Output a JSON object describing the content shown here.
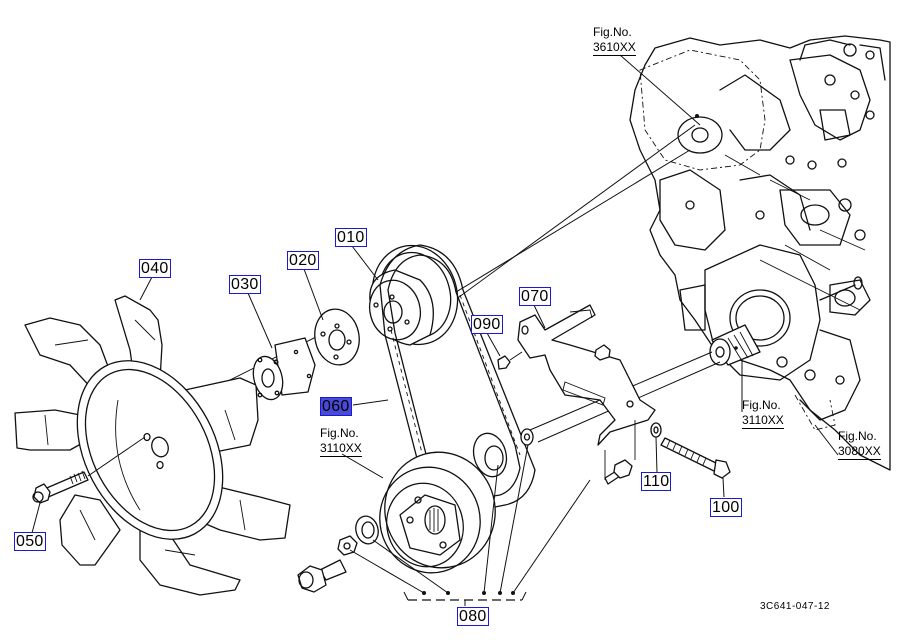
{
  "diagram": {
    "title": "Fan / belt / pulley exploded parts diagram",
    "drawing_number": "3C641-047-12",
    "highlight_color": "#4a4ad8",
    "callout_border_color": "#1a1ad6"
  },
  "callouts": [
    {
      "id": "010",
      "label": "010",
      "part": "fan-drive-pulley",
      "selected": false
    },
    {
      "id": "020",
      "label": "020",
      "part": "pulley-spacer-plate",
      "selected": false
    },
    {
      "id": "030",
      "label": "030",
      "part": "fan-spacer-hub",
      "selected": false
    },
    {
      "id": "040",
      "label": "040",
      "part": "cooling-fan",
      "selected": false
    },
    {
      "id": "050",
      "label": "050",
      "part": "fan-bolt",
      "selected": false
    },
    {
      "id": "060",
      "label": "060",
      "part": "fan-belt",
      "selected": true
    },
    {
      "id": "070",
      "label": "070",
      "part": "alternator-bracket",
      "selected": false
    },
    {
      "id": "080",
      "label": "080",
      "part": "crank-pulley-kit",
      "selected": false
    },
    {
      "id": "090",
      "label": "090",
      "part": "bracket-bolt",
      "selected": false
    },
    {
      "id": "100",
      "label": "100",
      "part": "long-bolt",
      "selected": false
    },
    {
      "id": "110",
      "label": "110",
      "part": "washer",
      "selected": false
    }
  ],
  "figure_refs": [
    {
      "id": "fig-3610",
      "caption": "Fig.No.",
      "number": "3610XX"
    },
    {
      "id": "fig-3110-left",
      "caption": "Fig.No.",
      "number": "3110XX"
    },
    {
      "id": "fig-3110-right",
      "caption": "Fig.No.",
      "number": "3110XX"
    },
    {
      "id": "fig-3080",
      "caption": "Fig.No.",
      "number": "3080XX"
    }
  ]
}
